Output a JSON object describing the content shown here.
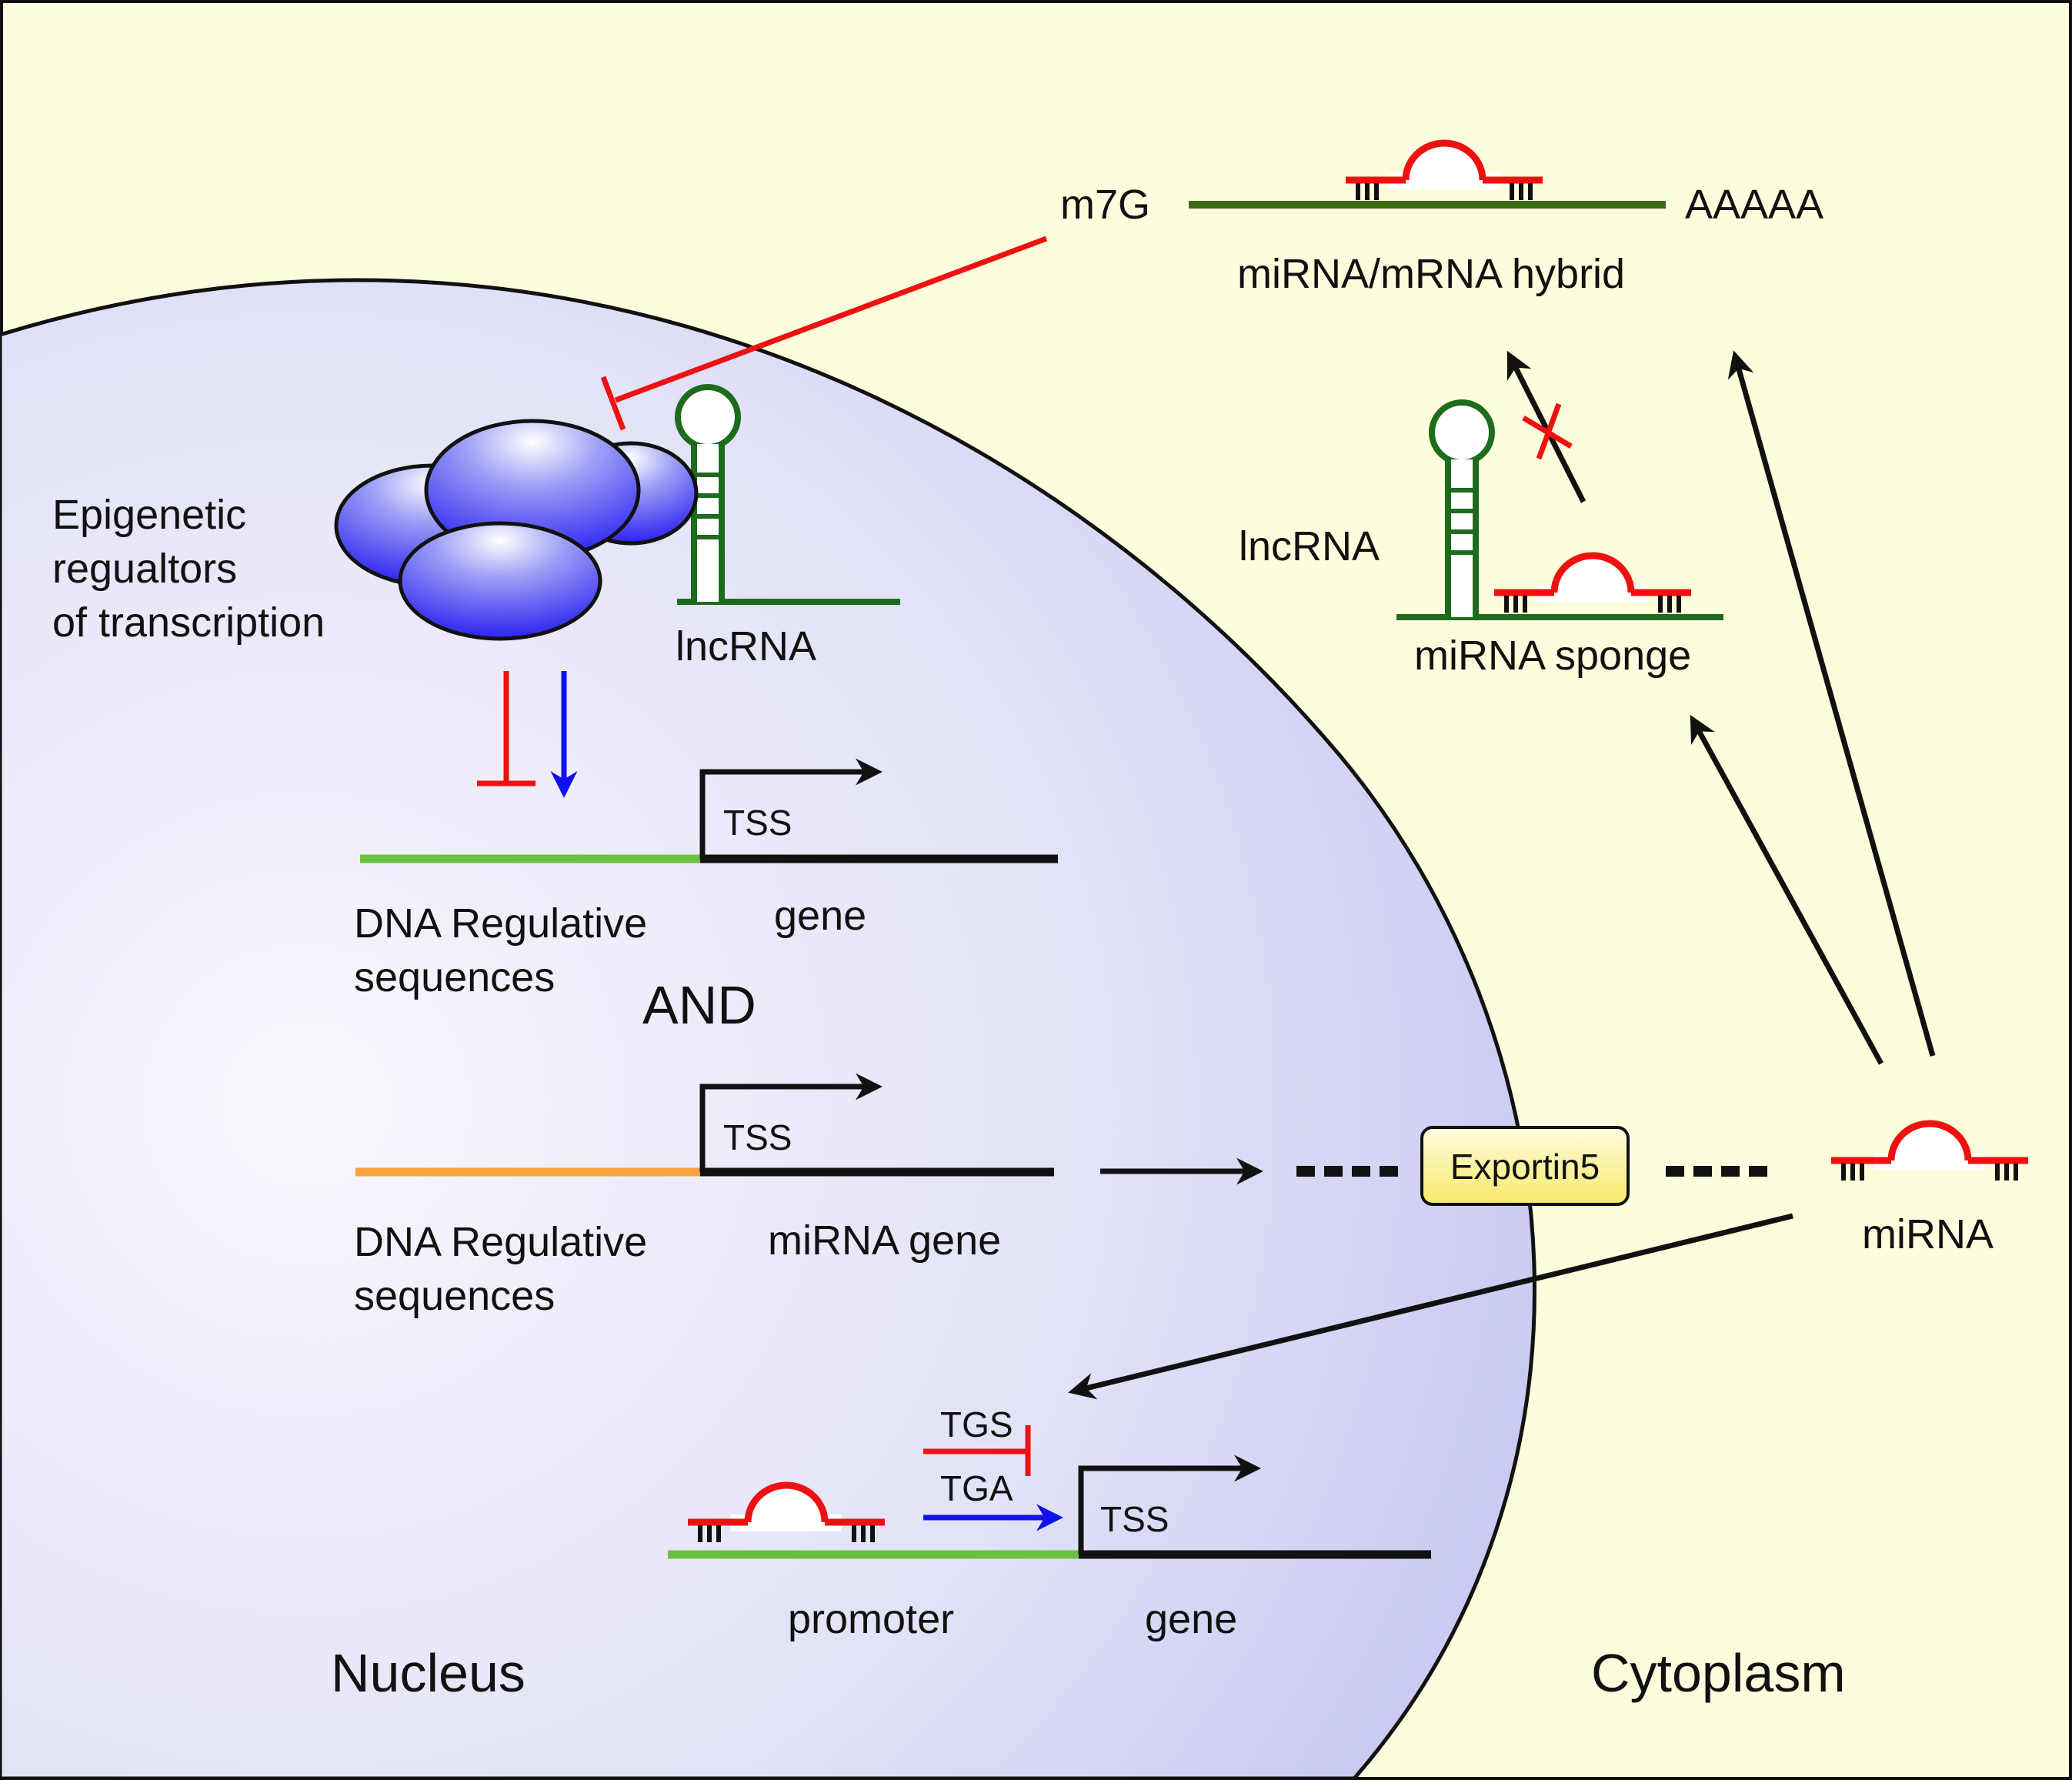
{
  "labels": {
    "cap": "m7G",
    "polyA": "AAAAA",
    "hybrid": "miRNA/mRNA hybrid",
    "lncrna_cyto": "lncRNA",
    "sponge": "miRNA sponge",
    "epi_line1": "Epigenetic",
    "epi_line2": "regualtors",
    "epi_line3": "of transcription",
    "lncrna_nuc": "lncRNA",
    "tss1": "TSS",
    "reg_seq1_line1": "DNA Regulative",
    "reg_seq1_line2": "sequences",
    "gene1": "gene",
    "and": "AND",
    "tss2": "TSS",
    "reg_seq2_line1": "DNA Regulative",
    "reg_seq2_line2": "sequences",
    "mirna_gene": "miRNA gene",
    "exportin": "Exportin5",
    "mirna": "miRNA",
    "tgs": "TGS",
    "tga": "TGA",
    "tss3": "TSS",
    "promoter": "promoter",
    "gene3": "gene",
    "nucleus": "Nucleus",
    "cytoplasm": "Cytoplasm"
  },
  "colors": {
    "cytoplasm_bg": "#fdfcdc",
    "nucleus_fill_start": "#f7f7fd",
    "nucleus_fill_end": "#c3c4f0",
    "mirna": "#ee1111",
    "lncrna": "#1d6b1d",
    "mrna": "#3a6b12",
    "inhibit": "#ee1111",
    "activate": "#1111ee",
    "reg_seq_green": "#6cc040",
    "reg_seq_orange": "#f7a23a",
    "exportin_fill": "#fbf39a",
    "protein_fill": "#2e2af0"
  },
  "icons": [
    "epigenetic-complex-icon",
    "lncrna-hairpin-icon",
    "mirna-duplex-icon",
    "tss-arrow-icon"
  ]
}
